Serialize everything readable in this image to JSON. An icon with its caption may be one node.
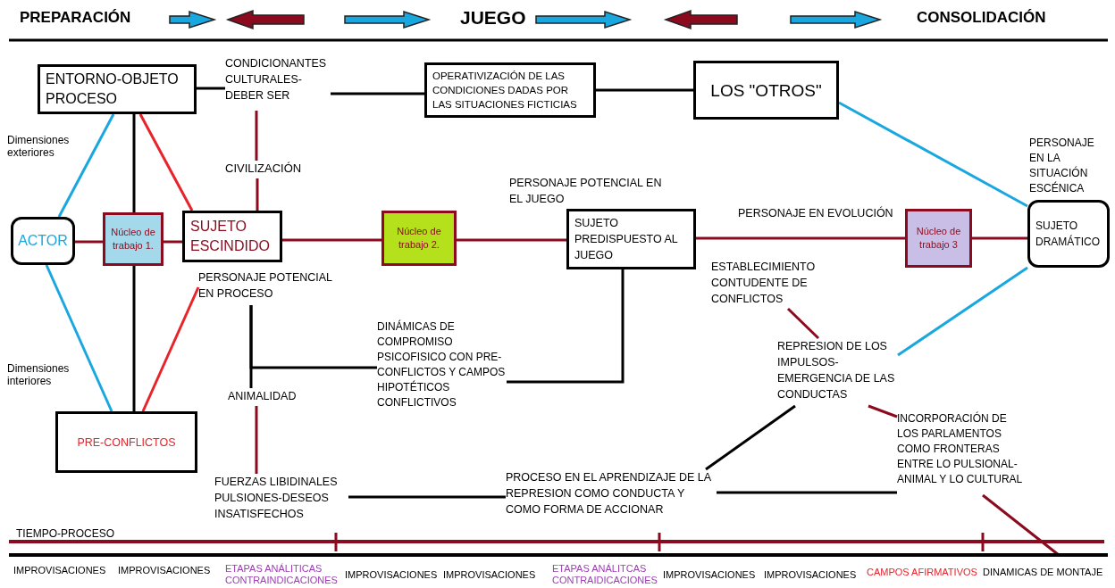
{
  "diagram": {
    "nodes": [
      {
        "text": [
          "ENTORNO-OBJETO PROCESO"
        ]
      },
      {
        "text": [
          "CONDICIONANTES CULTURALES- DEBER SER"
        ]
      },
      {
        "text": [
          "OPERATIVIZACIÓN DE LAS CONDICIONES DADAS POR LAS SITUACIONES FICTICIAS"
        ]
      },
      {
        "text": [
          "LOS \"OTROS\""
        ]
      },
      {
        "text": [
          "CIVILIZACIÓN"
        ]
      },
      {
        "text": [
          "ACTOR"
        ]
      },
      {
        "text": [
          "Núcleo de trabajo 1."
        ]
      },
      {
        "text": [
          "SUJETO ESCINDIDO"
        ]
      },
      {
        "text": [
          "Núcleo de trabajo 2."
        ]
      },
      {
        "text": [
          "SUJETO PREDISPUESTO AL JUEGO"
        ]
      },
      {
        "text": [
          "Núcleo de trabajo 3"
        ]
      },
      {
        "text": [
          "PERSONAJE EN LA SITUACIÓN ESCÉNICA",
          "SUJETO DRAMÁTICO"
        ]
      },
      {
        "text": [
          "PERSONAJE POTENCIAL EN PROCESO"
        ]
      },
      {
        "text": [
          "ANIMALIDAD"
        ]
      },
      {
        "text": [
          "PRE-CONFLICTOS"
        ]
      },
      {
        "text": [
          "DINÁMICAS DE COMPROMISO PSICOFISICO CON PRE-CONFLICTOS Y CAMPOS HIPOTÉTICOS CONFLICTIVOS"
        ]
      },
      {
        "text": [
          "FUERZAS LIBIDINALES PULSIONES-DESEOS INSATISFECHOS"
        ]
      },
      {
        "text": [
          "PROCESO EN EL APRENDIZAJE DE LA REPRESION COMO CONDUCTA Y COMO FORMA DE ACCIONAR"
        ]
      },
      {
        "text": [
          "ESTABLECIMIENTO CONTUDENTE DE CONFLICTOS"
        ]
      },
      {
        "text": [
          "REPRESION DE LOS IMPULSOS- EMERGENCIA DE LAS CONDUCTAS"
        ]
      },
      {
        "text": [
          "INCORPORACIÓN DE LOS PARLAMENTOS COMO FRONTERAS ENTRE LO PULSIONAL- ANIMAL Y LO CULTURAL"
        ]
      }
    ],
    "edges": [
      {
        "from": 0,
        "to": 1,
        "arrow": "none",
        "color": "#000000"
      },
      {
        "from": 1,
        "to": 2,
        "arrow": "none",
        "color": "#000000"
      },
      {
        "from": 2,
        "to": 3,
        "arrow": "none",
        "color": "#000000"
      },
      {
        "from": 1,
        "to": 4,
        "arrow": "none",
        "color": "#8b0a1e"
      },
      {
        "from": 4,
        "to": 7,
        "arrow": "none",
        "color": "#8b0a1e"
      },
      {
        "from": 0,
        "to": 5,
        "arrow": "none",
        "color": "#1aa7e0"
      },
      {
        "from": 0,
        "to": 6,
        "arrow": "none",
        "color": "#000000"
      },
      {
        "from": 0,
        "to": 7,
        "arrow": "none",
        "color": "#e8232a"
      },
      {
        "from": 5,
        "to": 6,
        "arrow": "none",
        "color": "#8b0a1e"
      },
      {
        "from": 6,
        "to": 7,
        "arrow": "none",
        "color": "#8b0a1e"
      },
      {
        "from": 7,
        "to": 8,
        "arrow": "none",
        "color": "#8b0a1e"
      },
      {
        "from": 8,
        "to": 9,
        "arrow": "none",
        "label": "PERSONAJE POTENCIAL EN EL JUEGO",
        "color": "#8b0a1e"
      },
      {
        "from": 9,
        "to": 10,
        "arrow": "none",
        "label": "PERSONAJE EN EVOLUCIÓN",
        "color": "#8b0a1e"
      },
      {
        "from": 10,
        "to": 11,
        "arrow": "none",
        "color": "#8b0a1e"
      },
      {
        "from": 3,
        "to": 11,
        "arrow": "none",
        "color": "#1aa7e0"
      },
      {
        "from": 5,
        "to": 14,
        "arrow": "none",
        "color": "#1aa7e0"
      },
      {
        "from": 6,
        "to": 14,
        "arrow": "none",
        "color": "#000000"
      },
      {
        "from": 14,
        "to": 12,
        "arrow": "none",
        "color": "#e8232a"
      },
      {
        "from": 12,
        "to": 13,
        "arrow": "none",
        "color": "#000000"
      },
      {
        "from": 12,
        "to": 15,
        "arrow": "none",
        "color": "#000000"
      },
      {
        "from": 15,
        "to": 9,
        "arrow": "none",
        "color": "#000000"
      },
      {
        "from": 13,
        "to": 16,
        "arrow": "none",
        "color": "#8b0a1e"
      },
      {
        "from": 16,
        "to": 17,
        "arrow": "none",
        "color": "#000000"
      },
      {
        "from": 17,
        "to": 19,
        "arrow": "none",
        "color": "#000000"
      },
      {
        "from": 17,
        "to": 20,
        "arrow": "none",
        "color": "#000000"
      },
      {
        "from": 18,
        "to": 19,
        "arrow": "none",
        "color": "#8b0a1e"
      },
      {
        "from": 19,
        "to": 20,
        "arrow": "none",
        "color": "#8b0a1e"
      },
      {
        "from": 19,
        "to": 11,
        "arrow": "none",
        "color": "#1aa7e0"
      },
      {
        "from": 20,
        "to": null,
        "arrow": "none",
        "color": "#8b0a1e"
      }
    ],
    "labels": [
      "PREPARACIÓN",
      "JUEGO",
      "CONSOLIDACIÓN",
      "Dimensiones exteriores",
      "Dimensiones interiores",
      "TIEMPO-PROCESO",
      "IMPROVISACIONES",
      "IMPROVISACIONES",
      "ETAPAS ANÁLITICAS CONTRAINDICACIONES",
      "IMPROVISACIONES",
      "IMPROVISACIONES",
      "ETAPAS ANÁLITCAS CONTRAIDICACIONES",
      "IMPROVISACIONES",
      "IMPROVISACIONES",
      "CAMPOS AFIRMATIVOS",
      "DINAMICAS DE MONTAJE"
    ]
  }
}
